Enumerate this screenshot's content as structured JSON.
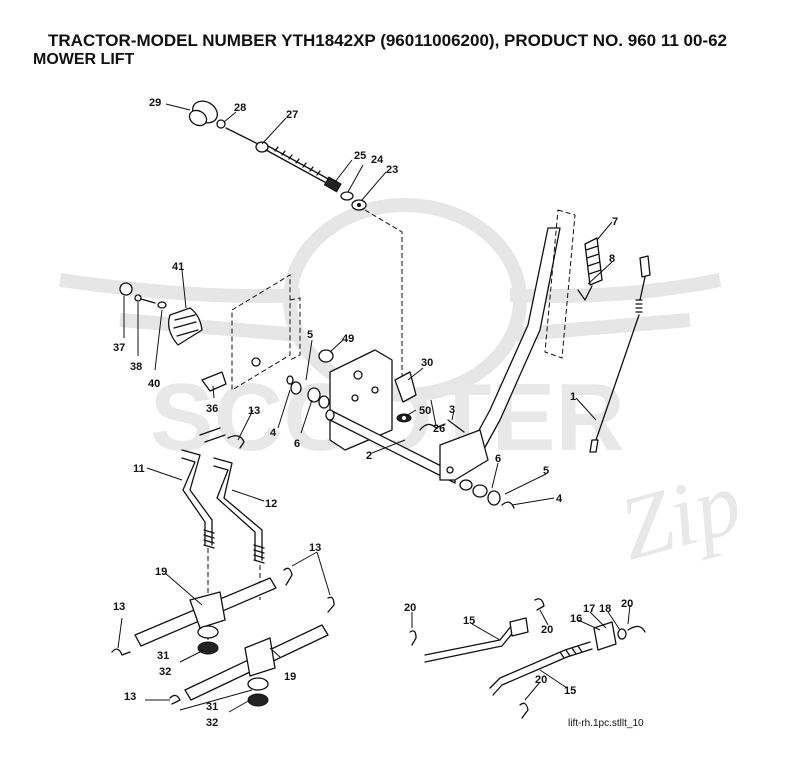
{
  "header": {
    "title": "TRACTOR-MODEL NUMBER YTH1842XP (96011006200), PRODUCT NO. 960 11 00-62",
    "subtitle": "MOWER LIFT"
  },
  "footer": {
    "code": "lift-rh.1pc.stllt_10"
  },
  "watermark": {
    "text1": "SCOOTER",
    "text2": "Zip"
  },
  "callouts": [
    "29",
    "28",
    "27",
    "25",
    "24",
    "23",
    "7",
    "8",
    "41",
    "37",
    "38",
    "40",
    "36",
    "5",
    "49",
    "30",
    "4",
    "6",
    "50",
    "26",
    "3",
    "13",
    "11",
    "12",
    "2",
    "1",
    "6",
    "5",
    "4",
    "13",
    "19",
    "13",
    "31",
    "32",
    "19",
    "13",
    "31",
    "32",
    "20",
    "15",
    "20",
    "16",
    "17",
    "18",
    "20",
    "20",
    "15"
  ]
}
